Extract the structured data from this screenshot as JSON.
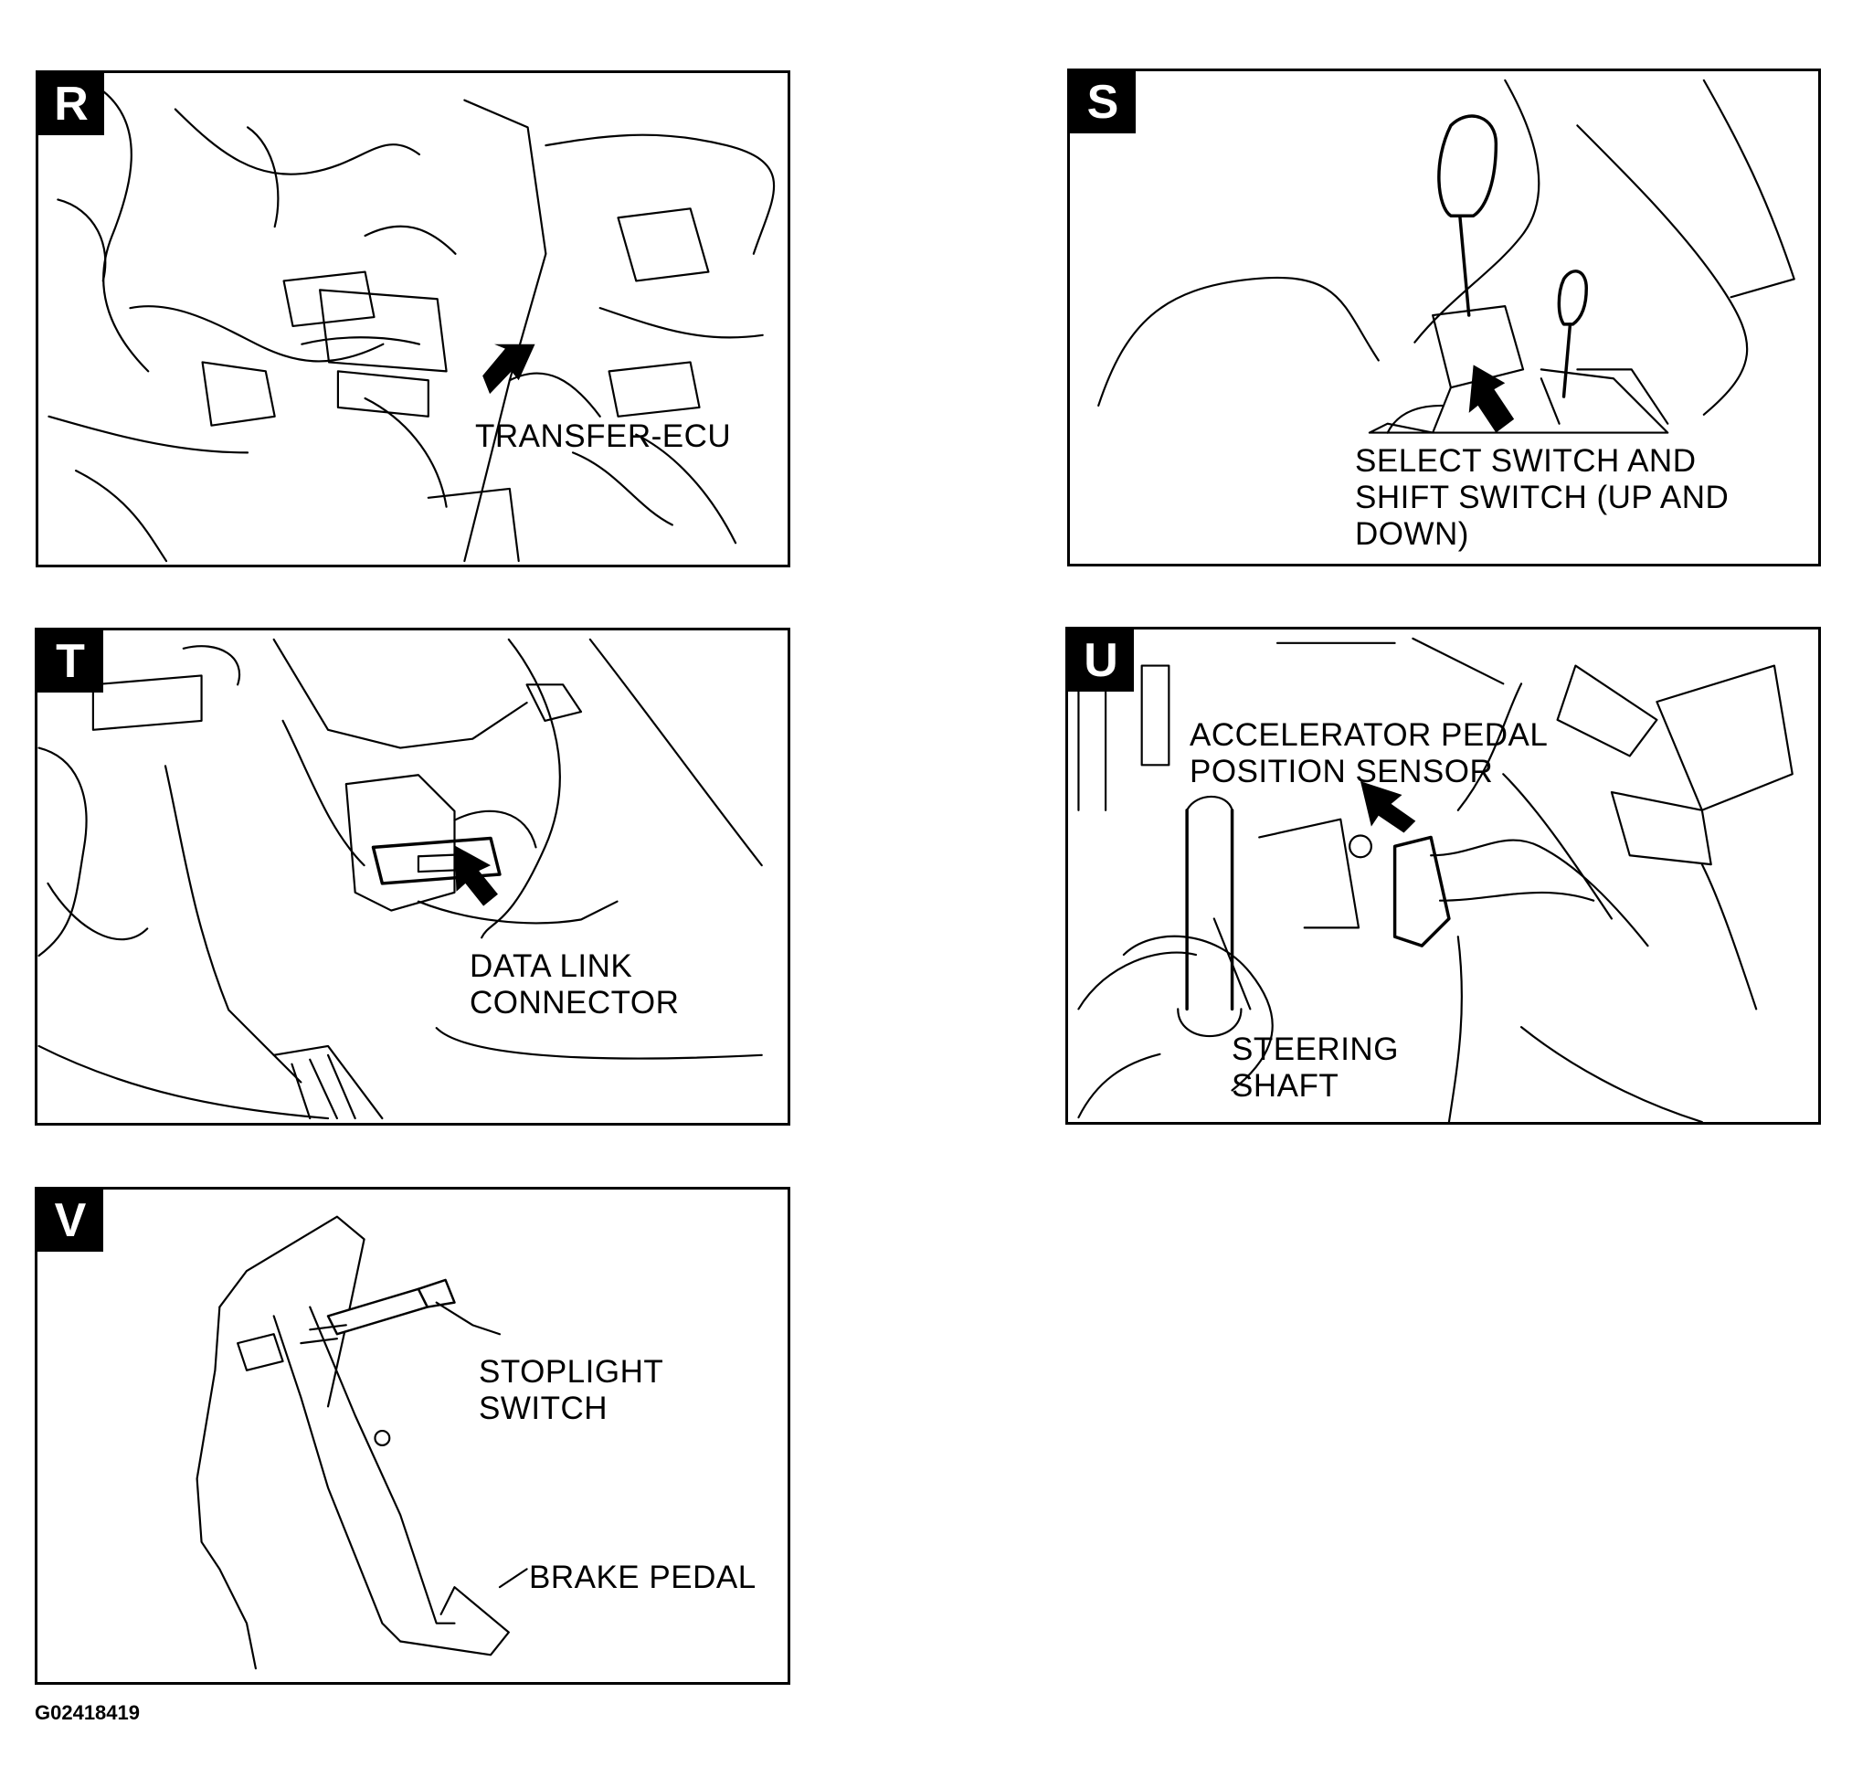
{
  "panels": {
    "R": {
      "badge": "R",
      "callout": "TRANSFER-ECU"
    },
    "S": {
      "badge": "S",
      "callout": "SELECT SWITCH AND\nSHIFT SWITCH (UP AND\nDOWN)"
    },
    "T": {
      "badge": "T",
      "callout": "DATA LINK\nCONNECTOR"
    },
    "U": {
      "badge": "U",
      "callout_1": "ACCELERATOR PEDAL\nPOSITION SENSOR",
      "callout_2": "STEERING\nSHAFT"
    },
    "V": {
      "badge": "V",
      "callout_1": "STOPLIGHT\nSWITCH",
      "callout_2": "BRAKE PEDAL"
    }
  },
  "figure_id": "G02418419",
  "icons": [
    "pointer-arrow-icon",
    "leader-line"
  ]
}
